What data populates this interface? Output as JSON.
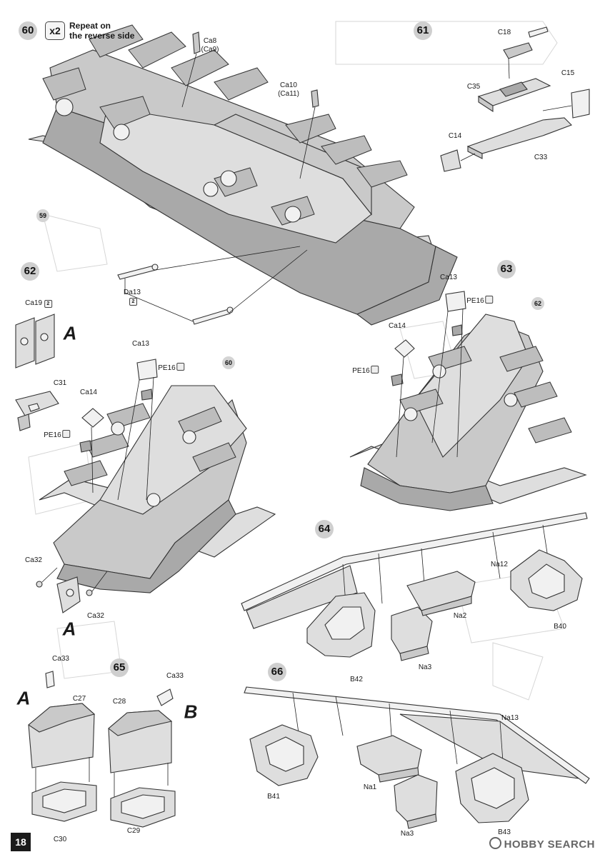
{
  "page_number": "18",
  "watermark": {
    "text": "HOBBY SEARCH",
    "icon": "magnifier-icon"
  },
  "steps": {
    "s60": {
      "number": "60",
      "multiplier": "x2",
      "note_line1": "Repeat on",
      "note_line2": "the reverse side"
    },
    "s61": {
      "number": "61"
    },
    "s62": {
      "number": "62"
    },
    "s63": {
      "number": "63"
    },
    "s64": {
      "number": "64"
    },
    "s65": {
      "number": "65"
    },
    "s66": {
      "number": "66"
    }
  },
  "refs": {
    "r59": "59",
    "r60": "60",
    "r62": "62"
  },
  "labels": {
    "ca8": "Ca8",
    "ca9": "(Ca9)",
    "ca10": "Ca10",
    "ca11": "(Ca11)",
    "da13": "Da13",
    "da13_mult": "2",
    "c18": "C18",
    "c15": "C15",
    "c35": "C35",
    "c14": "C14",
    "c33": "C33",
    "ca19": "Ca19",
    "ca19_mult": "2",
    "c31": "C31",
    "s62_ca13": "Ca13",
    "s62_pe16a": "PE16",
    "s62_ca14": "Ca14",
    "s62_pe16b": "PE16",
    "ca32a": "Ca32",
    "ca32b": "Ca32",
    "s63_ca13": "Ca13",
    "s63_pe16a": "PE16",
    "s63_ca14": "Ca14",
    "s63_pe16b": "PE16",
    "na12": "Na12",
    "na2": "Na2",
    "b40": "B40",
    "na3a": "Na3",
    "b42": "B42",
    "ca33a": "Ca33",
    "c27": "C27",
    "c30": "C30",
    "c28": "C28",
    "ca33b": "Ca33",
    "c29": "C29",
    "na13": "Na13",
    "na1": "Na1",
    "b41": "B41",
    "na3b": "Na3",
    "b43": "B43"
  },
  "letters": {
    "a1": "A",
    "a2": "A",
    "a3": "A",
    "b": "B"
  }
}
